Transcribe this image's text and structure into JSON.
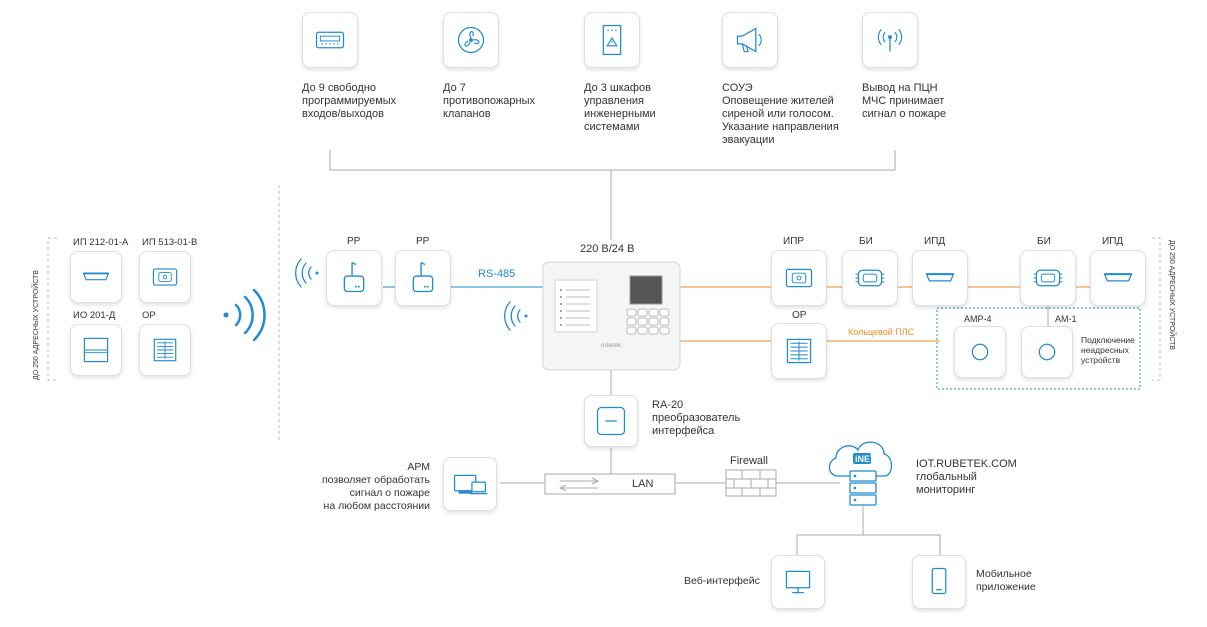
{
  "top_features": [
    {
      "icon": "panel-icon",
      "text": "До 9 свободно\nпрограммируемых\nвходов/выходов"
    },
    {
      "icon": "fan-icon",
      "text": "До 7\nпротивопожарных\nклапанов"
    },
    {
      "icon": "cabinet-icon",
      "text": "До 3 шкафов\nуправления\nинженерными\nсистемами"
    },
    {
      "icon": "loudspeaker-icon",
      "text": "СОУЭ\nОповещение жителей\nсиреной или голосом.\nУказание направления\nэвакуации"
    },
    {
      "icon": "antenna-icon",
      "text": "Вывод на ПЦН\nМЧС принимает\nсигнал о пожаре"
    }
  ],
  "left_group": {
    "side_label": "ДО 250 АДРЕСНЫХ УСТРОЙСТВ",
    "devices": [
      {
        "label": "ИП 212-01-А",
        "icon": "smoke-detector-icon"
      },
      {
        "label": "ИП 513-01-В",
        "icon": "call-point-icon"
      },
      {
        "label": "ИО 201-Д",
        "icon": "door-sensor-icon"
      },
      {
        "label": "ОР",
        "icon": "siren-panel-icon"
      }
    ]
  },
  "relays": [
    {
      "label": "РР"
    },
    {
      "label": "РР"
    }
  ],
  "bus_label": "RS-485",
  "power_label": "220 В/24 В",
  "controller_brand": "rubetek",
  "right_group": {
    "side_label": "ДО 250 АДРЕСНЫХ УСТРОЙСТВ",
    "top_row": [
      {
        "label": "ИПР",
        "icon": "call-point-icon"
      },
      {
        "label": "БИ",
        "icon": "isolator-icon"
      },
      {
        "label": "ИПД",
        "icon": "smoke-detector-icon"
      },
      {
        "label": "БИ",
        "icon": "isolator-icon"
      },
      {
        "label": "ИПД",
        "icon": "smoke-detector-icon"
      }
    ],
    "op_label": "ОР",
    "ring_label": "Кольцевой ПЛС",
    "amp_label": "АМР-4",
    "am_label": "АМ-1",
    "non_address_label": "Подключение\nнеадресных\nустройств"
  },
  "converter": {
    "text": "RA-20\nпреобразователь\nинтерфейса"
  },
  "lan_label": "LAN",
  "firewall_label": "Firewall",
  "arm_text": "АРМ\nпозволяет обработать\nсигнал о пожаре\nна любом расстоянии",
  "inet_label": "iNET",
  "iot_text": "IOT.RUBETEK.COM\nглобальный\nмониторинг",
  "web_label": "Веб-интерфейс",
  "mobile_label": "Мобильное\nприложение",
  "colors": {
    "blue": "#1f8bd0",
    "orange": "#f28c28",
    "icon": "#1f8bd0",
    "line": "#bfc4c9"
  }
}
